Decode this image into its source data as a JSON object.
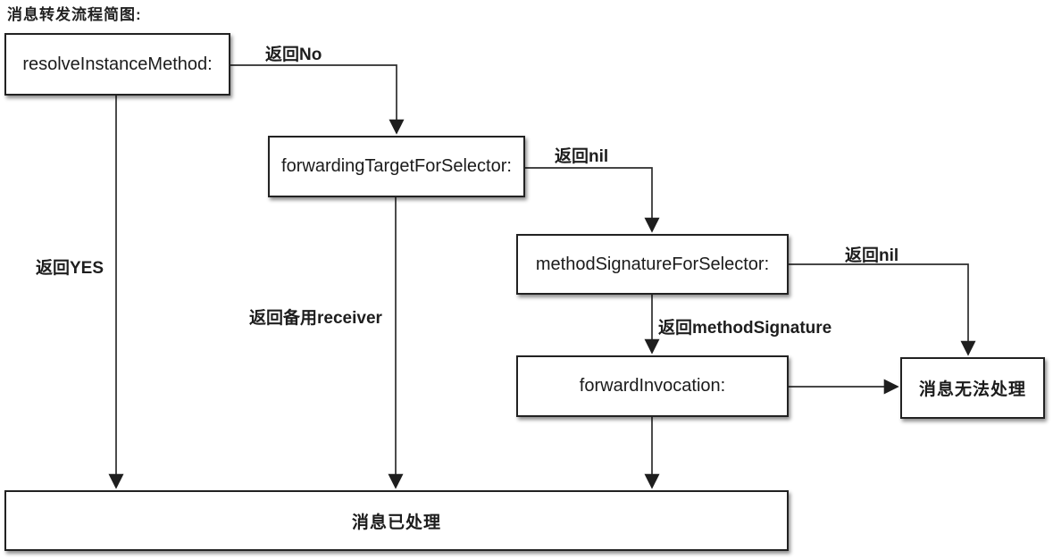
{
  "title": "消息转发流程简图:",
  "nodes": {
    "resolve": {
      "label": "resolveInstanceMethod:"
    },
    "forwarding_target": {
      "label": "forwardingTargetForSelector:"
    },
    "method_signature": {
      "label": "methodSignatureForSelector:"
    },
    "forward_invocation": {
      "label": "forwardInvocation:"
    },
    "unhandled": {
      "label": "消息无法处理"
    },
    "handled": {
      "label": "消息已处理"
    }
  },
  "edges": {
    "return_no": {
      "label": "返回No"
    },
    "return_yes": {
      "label": "返回YES"
    },
    "return_nil_1": {
      "label": "返回nil"
    },
    "return_backup_receiver": {
      "label": "返回备用receiver"
    },
    "return_nil_2": {
      "label": "返回nil"
    },
    "return_method_signature": {
      "label": "返回methodSignature"
    }
  },
  "colors": {
    "background": "#ffffff",
    "line": "#2d2d2d",
    "node_border": "#222222",
    "text": "#1a1a1a"
  }
}
